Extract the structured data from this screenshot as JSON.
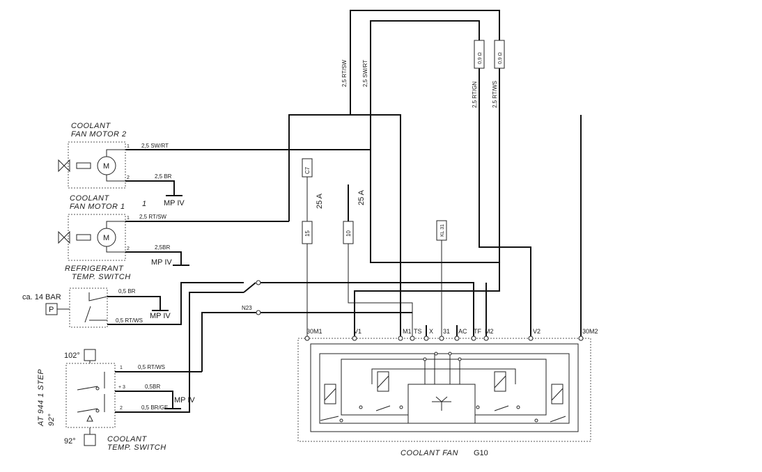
{
  "labels": {
    "fan_motor_2": [
      "COOLANT",
      "FAN MOTOR 2"
    ],
    "fan_motor_1": [
      "COOLANT",
      "FAN MOTOR 1"
    ],
    "fan_motor_1_mark": "1",
    "refrigerant_switch": [
      "REFRIGERANT",
      "TEMP. SWITCH"
    ],
    "coolant_switch": [
      "COOLANT",
      "TEMP. SWITCH"
    ],
    "coolant_fan": "COOLANT FAN",
    "g10": "G10",
    "at944": "AT 944 1 STEP",
    "deg92_side": "92°",
    "deg102": "102°",
    "deg92": "92°",
    "ca14bar": "ca. 14 BAR",
    "p": "P",
    "m": "M",
    "mp_iv": "MP IV",
    "n23": "N23",
    "c7": "C7",
    "fuse15": "15",
    "fuse10": "10",
    "kl31": "KL 31",
    "amp25": "25 A",
    "res09": "0,9 Ω",
    "pin1": "1",
    "pin2": "2",
    "pin3": "+ 3"
  },
  "wires": {
    "rt_sw": "2,5 RT/SW",
    "sw_rt": "2,5  SW/RT",
    "rt_gn": "2,5 RT/GN",
    "rt_ws": "2,5 RT/WS",
    "m2_wire": "2,5  SW/RT",
    "m2_br": "2,5 BR",
    "m1_wire": "2,5 RT/SW",
    "m1_br": "2,5BR",
    "ref_br": "0,5 BR",
    "ref_ws": "0,5 RT/WS",
    "ct_ws": "0,5 RT/WS",
    "ct_br": "0,5BR",
    "ct_ge": "0,5 BR/GE"
  },
  "terminals": [
    "30M1",
    "V1",
    "M1",
    "TS",
    "X",
    "31",
    "AC",
    "TF",
    "M2",
    "V2",
    "30M2"
  ]
}
